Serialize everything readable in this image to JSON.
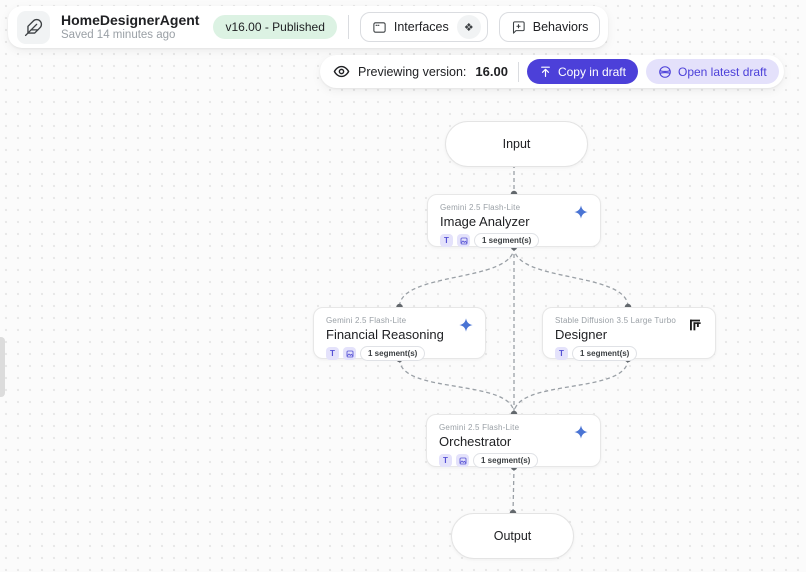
{
  "header": {
    "agent_name": "HomeDesignerAgent",
    "saved_status": "Saved 14 minutes ago",
    "version_badge": "v16.00 - Published",
    "interfaces_button": "Interfaces",
    "behaviors_button": "Behaviors"
  },
  "preview_bar": {
    "previewing_label": "Previewing version:",
    "version_number": "16.00",
    "copy_in_draft_button": "Copy in draft",
    "open_latest_draft_button": "Open latest draft"
  },
  "canvas": {
    "input_node_label": "Input",
    "output_node_label": "Output",
    "text_badge_label": "T",
    "nodes": [
      {
        "model": "Gemini 2.5 Flash-Lite",
        "title": "Image Analyzer",
        "segments_label": "1 segment(s)",
        "provider_icon": "gemini-sparkle"
      },
      {
        "model": "Gemini 2.5 Flash-Lite",
        "title": "Financial Reasoning",
        "segments_label": "1 segment(s)",
        "provider_icon": "gemini-sparkle"
      },
      {
        "model": "Stable Diffusion 3.5 Large Turbo",
        "title": "Designer",
        "segments_label": "1 segment(s)",
        "provider_icon": "stability-ai-logo"
      },
      {
        "model": "Gemini 2.5 Flash-Lite",
        "title": "Orchestrator",
        "segments_label": "1 segment(s)",
        "provider_icon": "gemini-sparkle"
      }
    ]
  },
  "icons": {
    "deploy_glyph": "❖"
  },
  "colors": {
    "accent_indigo": "#4c40d9",
    "accent_indigo_light": "#e4e1fb",
    "published_badge_bg": "#dcf2e3",
    "gemini_sparkle_blue": "#4a74d4",
    "badge_purple_bg": "#e4e2fb",
    "badge_purple_text": "#5652d5",
    "edge_gray": "#9aa0a6"
  }
}
